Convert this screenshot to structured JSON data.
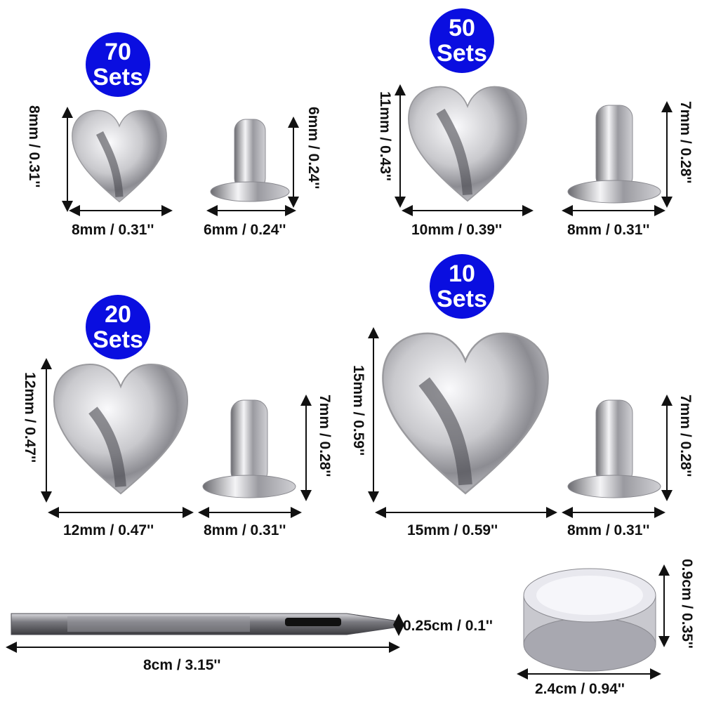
{
  "colors": {
    "badge": "#0a0ee0",
    "metal_light": "#f2f2f4",
    "metal_dark": "#5a5a60",
    "dimension_line": "#111111"
  },
  "groups": [
    {
      "badge_count": "70",
      "badge_unit": "Sets",
      "heart_height": "8mm / 0.31''",
      "heart_width": "8mm / 0.31''",
      "post_height": "6mm / 0.24''",
      "post_width": "6mm / 0.24''"
    },
    {
      "badge_count": "50",
      "badge_unit": "Sets",
      "heart_height": "11mm / 0.43''",
      "heart_width": "10mm / 0.39''",
      "post_height": "7mm / 0.28''",
      "post_width": "8mm / 0.31''"
    },
    {
      "badge_count": "20",
      "badge_unit": "Sets",
      "heart_height": "12mm / 0.47''",
      "heart_width": "12mm / 0.47''",
      "post_height": "7mm / 0.28''",
      "post_width": "8mm / 0.31''"
    },
    {
      "badge_count": "10",
      "badge_unit": "Sets",
      "heart_height": "15mm / 0.59''",
      "heart_width": "15mm / 0.59''",
      "post_height": "7mm / 0.28''",
      "post_width": "8mm / 0.31''"
    }
  ],
  "tool": {
    "punch_length": "8cm / 3.15''",
    "punch_tip": "0.25cm / 0.1''",
    "base_height": "0.9cm / 0.35''",
    "base_width": "2.4cm / 0.94''"
  }
}
